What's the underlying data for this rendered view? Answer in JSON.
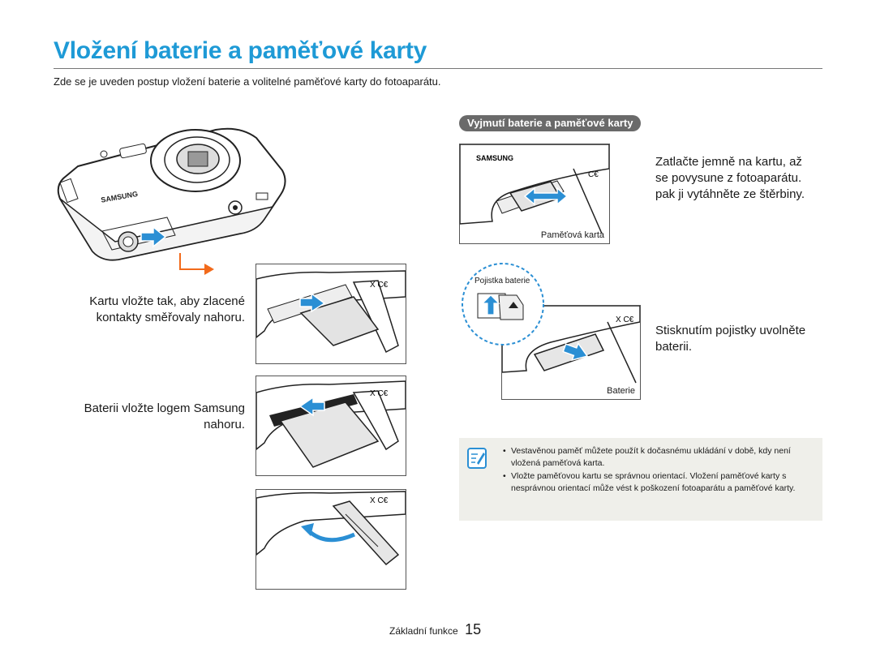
{
  "header": {
    "title": "Vložení baterie a paměťové karty",
    "intro": "Zde se je uveden postup vložení baterie a volitelné paměťové karty do fotoaparátu."
  },
  "left": {
    "camera_brand": "SAMSUNG",
    "card_instruction": [
      "Kartu vložte tak, aby zlacené",
      "kontakty směřovaly nahoru."
    ],
    "battery_instruction": [
      "Baterii vložte logem Samsung",
      "nahoru."
    ]
  },
  "right": {
    "section_title": "Vyjmutí baterie a paměťové karty",
    "card_removal": [
      "Zatlačte jemně na kartu, až",
      "se povysune z fotoaparátu.",
      "pak ji vytáhněte ze štěrbiny."
    ],
    "card_caption": "Paměťová karta",
    "lock_label": "Pojistka baterie",
    "battery_removal": [
      "Stisknutím pojistky uvolněte",
      "baterii."
    ],
    "battery_caption": "Baterie",
    "camera_brand": "SAMSUNG"
  },
  "notes": {
    "items": [
      "Vestavěnou paměť můžete použít k dočasnému ukládání v době, kdy není vložená paměťová karta.",
      "Vložte paměťovou kartu se správnou orientací. Vložení paměťové karty s nesprávnou orientací může vést k poškození fotoaparátu a paměťové karty."
    ]
  },
  "footer": {
    "label": "Základní funkce",
    "page": "15"
  },
  "colors": {
    "accent": "#1e9ad6",
    "arrow": "#2b8fd4",
    "pill": "#6a6a6a",
    "note_bg": "#efefea",
    "guide_arrow": "#f26a1b"
  },
  "icons": [
    "open-arrow-icon",
    "guide-arrow-icon",
    "insert-arrow-icon",
    "swing-arrow-icon",
    "note-icon"
  ]
}
